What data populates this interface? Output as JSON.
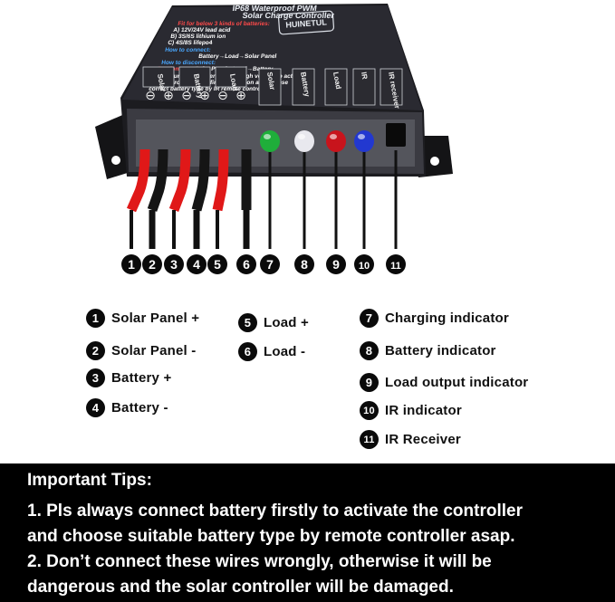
{
  "device": {
    "top_text": [
      "IP68 Waterproof PWM",
      "Solar Charge Controller",
      "Fit for below 3 kinds of batteries:",
      "A) 12V/24V lead acid",
      "B) 3S/6S lithium ion",
      "C) 4S/8S lifepo4",
      "How to connect:",
      "Battery→Load→Solar Panel",
      "How to disconnect:",
      "Caution:",
      "Solar Panel→Load→Battery",
      "Make sure your battery has enough voltage to activate",
      "the controller before first installation and choose",
      "correct battery type by IR remote controller"
    ],
    "brand": "HUINETUL",
    "ports": [
      "Solar",
      "Battery",
      "Load"
    ],
    "polarity": [
      "⊖",
      "⊕",
      "⊖",
      "⊕",
      "⊖",
      "⊕"
    ],
    "indicators": [
      "Solar",
      "Battery",
      "Load",
      "IR",
      "IR receiver"
    ],
    "wire_numbers": [
      "1",
      "2",
      "3",
      "4",
      "5",
      "6",
      "7",
      "8",
      "9",
      "10",
      "11"
    ]
  },
  "legend": [
    {
      "num": "1",
      "label": "Solar Panel +"
    },
    {
      "num": "2",
      "label": "Solar Panel -"
    },
    {
      "num": "3",
      "label": "Battery +"
    },
    {
      "num": "4",
      "label": "Battery -"
    },
    {
      "num": "5",
      "label": "Load +"
    },
    {
      "num": "6",
      "label": "Load -"
    },
    {
      "num": "7",
      "label": "Charging indicator"
    },
    {
      "num": "8",
      "label": "Battery indicator"
    },
    {
      "num": "9",
      "label": "Load output indicator"
    },
    {
      "num": "10",
      "label": "IR indicator"
    },
    {
      "num": "11",
      "label": "IR Receiver"
    }
  ],
  "tips": {
    "title": "Important Tips:",
    "line1": "1. Pls always connect battery firstly to activate the controller",
    "line2": "and choose suitable battery type by remote controller asap.",
    "line3": "2. Don’t connect these wires wrongly, otherwise it will be",
    "line4": "dangerous and the solar controller will be damaged."
  },
  "colors": {
    "case": "#1a1a1e",
    "face": "#2a2a30",
    "red_wire": "#e01818",
    "black_wire": "#151515",
    "led_green": "#1fae3a",
    "led_white": "#e8e8ee",
    "led_red": "#c8141c",
    "led_blue": "#2238d0"
  }
}
